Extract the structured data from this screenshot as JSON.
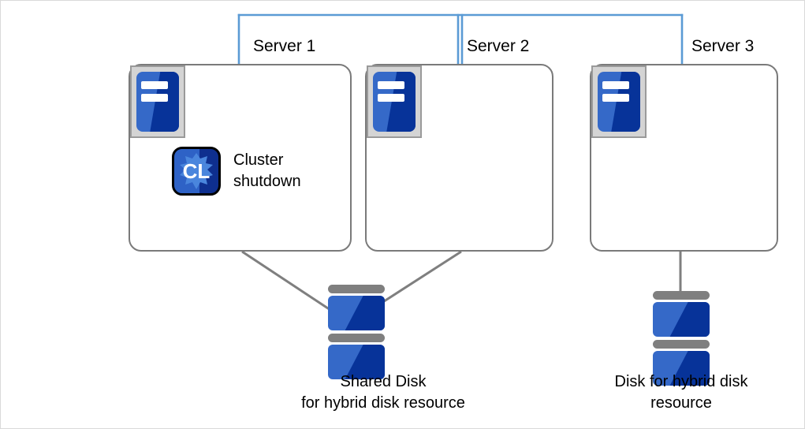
{
  "diagram": {
    "title_absent": true,
    "colors": {
      "bracket_blue": "#5b9bd5",
      "box_border_gray": "#7a7a7a",
      "connector_gray": "#7f7f7f",
      "icon_blue_light": "#3569c8",
      "icon_blue_dark": "#073399",
      "icon_frame_gray": "#d4d4d4",
      "canvas_border": "#d9d9d9",
      "text_black": "#000000"
    },
    "servers": [
      {
        "label": "Server 1",
        "icon": "server-icon"
      },
      {
        "label": "Server 2",
        "icon": "server-icon"
      },
      {
        "label": "Server 3",
        "icon": "server-icon"
      }
    ],
    "cluster_shutdown": {
      "icon_text": "CL",
      "icon_name": "cluster-shutdown-icon",
      "label": "Cluster\nshutdown"
    },
    "disks": [
      {
        "name": "shared-disk",
        "caption": "Shared Disk\nfor hybrid disk resource"
      },
      {
        "name": "hybrid-disk",
        "caption": "Disk for hybrid disk\nresource"
      }
    ]
  }
}
